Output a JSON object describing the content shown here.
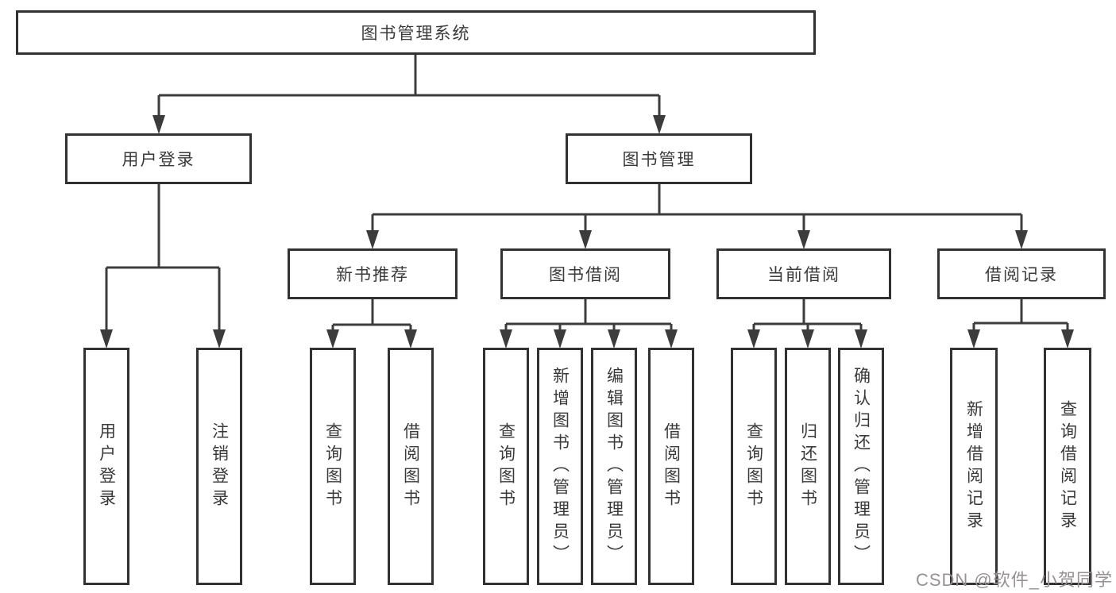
{
  "tree": {
    "label": "图书管理系统",
    "children": [
      {
        "label": "用户登录",
        "children": [
          {
            "label": "用户登录"
          },
          {
            "label": "注销登录"
          }
        ]
      },
      {
        "label": "图书管理",
        "children": [
          {
            "label": "新书推荐",
            "children": [
              {
                "label": "查询图书"
              },
              {
                "label": "借阅图书"
              }
            ]
          },
          {
            "label": "图书借阅",
            "children": [
              {
                "label": "查询图书"
              },
              {
                "label": "新增图书（管理员）"
              },
              {
                "label": "编辑图书（管理员）"
              },
              {
                "label": "借阅图书"
              }
            ]
          },
          {
            "label": "当前借阅",
            "children": [
              {
                "label": "查询图书"
              },
              {
                "label": "归还图书"
              },
              {
                "label": "确认归还（管理员）"
              }
            ]
          },
          {
            "label": "借阅记录",
            "children": [
              {
                "label": "新增借阅记录"
              },
              {
                "label": "查询借阅记录"
              }
            ]
          }
        ]
      }
    ]
  },
  "watermark": {
    "text": "CSDN @软件_小贺同学",
    "color": "#979194"
  },
  "colors": {
    "background": "#ffffff",
    "box_border": "#323232",
    "connector_line": "#3c3c3c",
    "text": "#3a3a3a"
  }
}
